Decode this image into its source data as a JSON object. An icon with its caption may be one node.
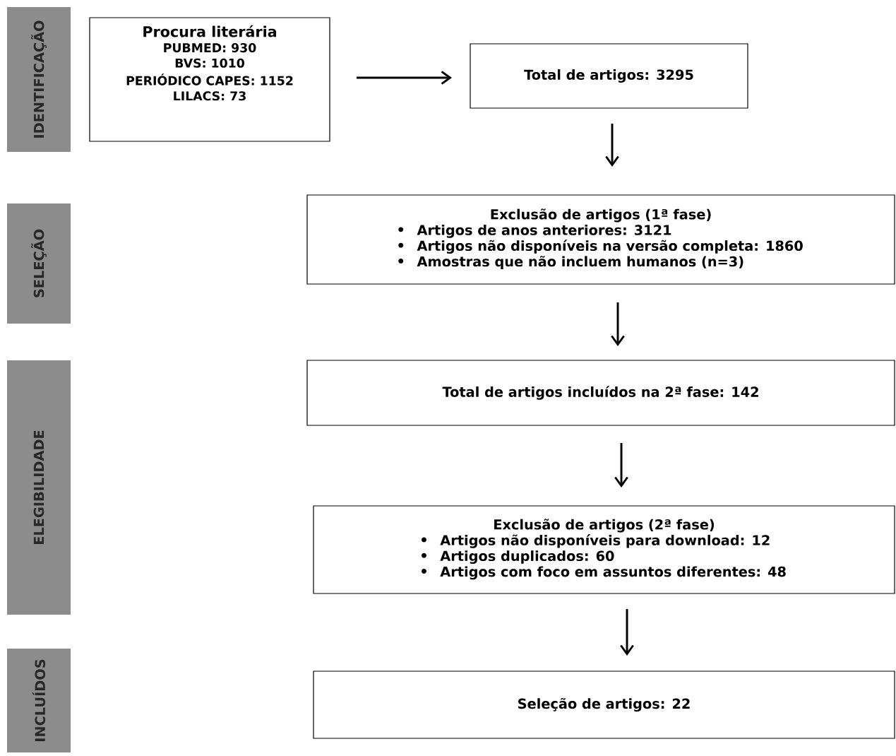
{
  "diagram": {
    "nodes": [
      {
        "text": [
          "IDENTIFICAÇÃO"
        ]
      },
      {
        "text": [
          "SELEÇÃO"
        ]
      },
      {
        "text": [
          "ELEGIBILIDADE"
        ]
      },
      {
        "text": [
          "INCLUÍDOS"
        ]
      },
      {
        "text": [
          "Procura literária",
          "PUBMED: 930",
          "BVS: 1010",
          "PERIÓDICO CAPES: 1152",
          "LILACS: 73"
        ]
      },
      {
        "text": [
          "Total de artigos: 3295"
        ]
      },
      {
        "text": [
          "Exclusão de artigos (1ª fase)",
          "Artigos de anos anteriores: 3121",
          "Artigos não disponíveis na versão completa: 1860",
          "Amostras que não incluem humanos (n=3)"
        ]
      },
      {
        "text": [
          "Total de artigos incluídos na 2ª fase: 142"
        ]
      },
      {
        "text": [
          "Exclusão de artigos (2ª fase)",
          "Artigos não disponíveis para download: 12",
          "Artigos duplicados: 60",
          "Artigos com foco em assuntos diferentes: 48"
        ]
      },
      {
        "text": [
          "Seleção de artigos: 22"
        ]
      }
    ],
    "edges": [
      {
        "from": 4,
        "to": 5,
        "arrow": "to"
      },
      {
        "from": 5,
        "to": 6,
        "arrow": "to"
      },
      {
        "from": 6,
        "to": 7,
        "arrow": "to"
      },
      {
        "from": 7,
        "to": 8,
        "arrow": "to"
      },
      {
        "from": 8,
        "to": 9,
        "arrow": "to"
      }
    ]
  }
}
